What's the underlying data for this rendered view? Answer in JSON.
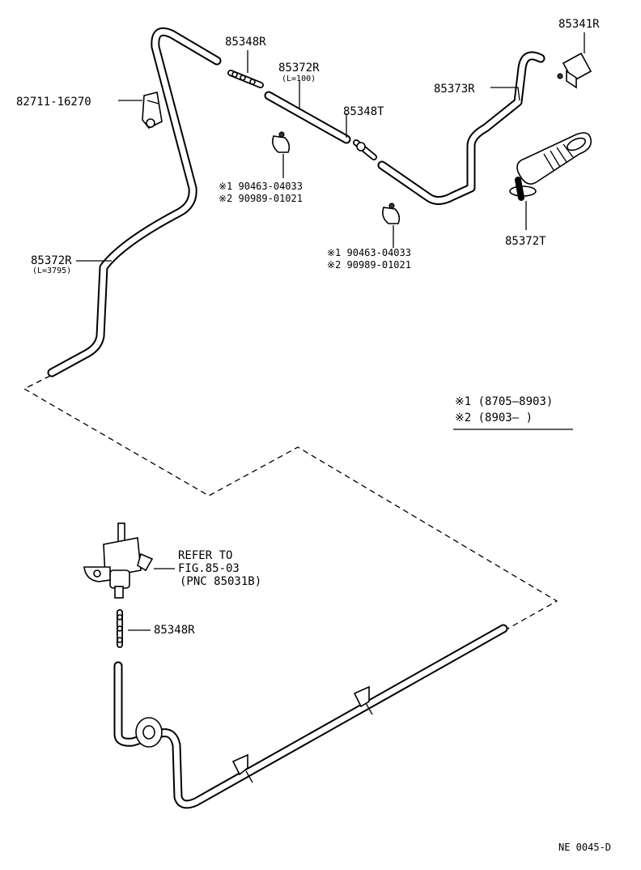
{
  "diagram_code": "NE  0045-D",
  "labels": {
    "p85348R_top": "85348R",
    "p85341R": "85341R",
    "p85372R_short": "85372R",
    "p85372R_short_len": "(L=100)",
    "p85373R": "85373R",
    "p82711": "82711-16270",
    "p85348T": "85348T",
    "clip1_a": "※1 90463-04033",
    "clip1_b": "※2 90989-01021",
    "p85372T": "85372T",
    "clip2_a": "※1 90463-04033",
    "clip2_b": "※2 90989-01021",
    "p85372R_long": "85372R",
    "p85372R_long_len": "(L=3795)",
    "p85348R_bottom": "85348R"
  },
  "legend": {
    "row1": "※1 (8705—8903)",
    "row2": "※2 (8903—        )"
  },
  "refer": {
    "line1": "REFER TO",
    "line2": "FIG.85-03",
    "line3": "(PNC 85031B)"
  }
}
